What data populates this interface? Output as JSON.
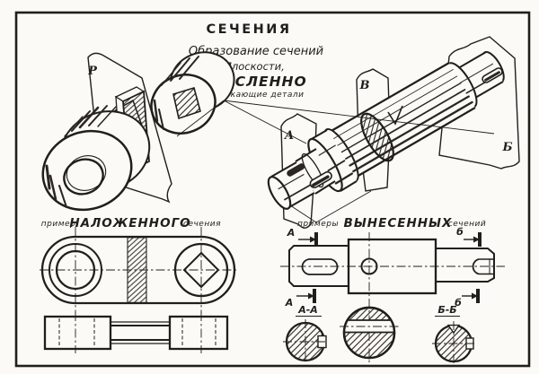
{
  "page": {
    "title": "СЕЧЕНИЯ",
    "subtitle": {
      "line1": "Образование сечений",
      "line2": "Плоскости,",
      "line3": "МЫСЛЕННО",
      "line4": "рассекающие детали"
    },
    "planes": {
      "p": "Р",
      "a": "А",
      "v": "В",
      "b": "Б"
    },
    "caption_overlaid": {
      "prefix": "пример",
      "main": "НАЛОЖЕННОГО",
      "suffix": "сечения"
    },
    "caption_removed": {
      "prefix": "примеры",
      "main": "ВЫНЕСЕННЫХ",
      "suffix": "сечений"
    },
    "cut_marks": {
      "a_top": "А",
      "a_bottom": "А",
      "b_top": "б",
      "b_bottom": "б"
    },
    "section_labels": {
      "aa": "А-А",
      "bb": "Б-Б"
    },
    "colors": {
      "ink": "#211f1b",
      "paper": "#fbfaf6"
    }
  }
}
